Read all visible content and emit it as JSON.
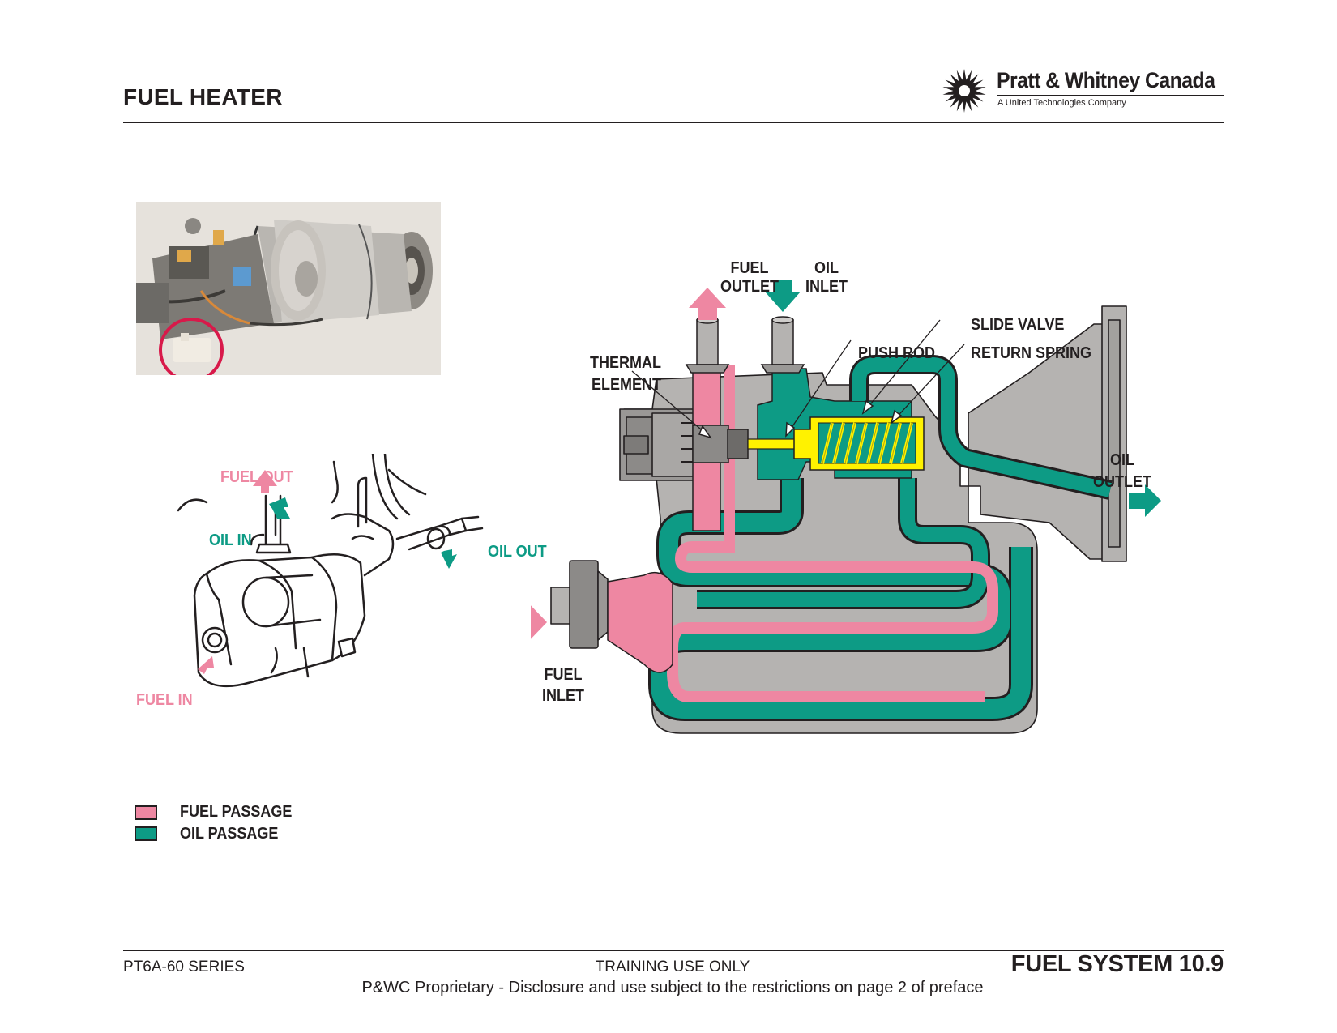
{
  "header": {
    "title": "FUEL HEATER",
    "logo_name": "Pratt & Whitney Canada",
    "logo_tagline": "A United Technologies Company"
  },
  "sketch_labels": {
    "fuel_out": "FUEL OUT",
    "oil_in": "OIL IN",
    "oil_out": "OIL OUT",
    "fuel_in": "FUEL IN"
  },
  "schematic_labels": {
    "fuel_outlet_1": "FUEL",
    "fuel_outlet_2": "OUTLET",
    "oil_inlet_1": "OIL",
    "oil_inlet_2": "INLET",
    "slide_valve": "SLIDE VALVE",
    "push_rod": "PUSH ROD",
    "return_spring": "RETURN SPRING",
    "thermal_element_1": "THERMAL",
    "thermal_element_2": "ELEMENT",
    "oil_outlet_1": "OIL",
    "oil_outlet_2": "OUTLET",
    "fuel_inlet_1": "FUEL",
    "fuel_inlet_2": "INLET"
  },
  "legend": [
    {
      "label": "FUEL PASSAGE",
      "color": "#ee87a2"
    },
    {
      "label": "OIL PASSAGE",
      "color": "#0d9b85"
    }
  ],
  "colors": {
    "fuel": "#ee87a2",
    "oil": "#0d9b85",
    "valve": "#fff200",
    "body": "#b5b3b1",
    "highlight_circle": "#d8194a"
  },
  "footer": {
    "series": "PT6A-60 SERIES",
    "training": "TRAINING USE ONLY",
    "proprietary": "P&WC Proprietary - Disclosure and use subject to the restrictions on page 2 of preface",
    "section": "FUEL SYSTEM 10.9"
  }
}
